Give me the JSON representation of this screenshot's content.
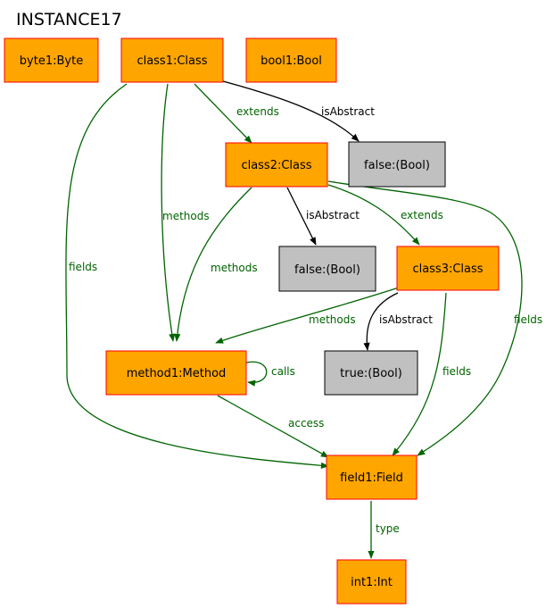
{
  "title": "INSTANCE17",
  "colors": {
    "object_fill": "#ffa500",
    "object_stroke": "#ff0000",
    "value_fill": "#c0c0c0",
    "value_stroke": "#000000",
    "green_edge": "#006400",
    "black_edge": "#000000"
  },
  "nodes": {
    "byte1": "byte1:Byte",
    "class1": "class1:Class",
    "bool1": "bool1:Bool",
    "class2": "class2:Class",
    "false_a": "false:(Bool)",
    "false_b": "false:(Bool)",
    "class3": "class3:Class",
    "method1": "method1:Method",
    "true_a": "true:(Bool)",
    "field1": "field1:Field",
    "int1": "int1:Int"
  },
  "edges": {
    "c1_extends": "extends",
    "c1_isabstract": "isAbstract",
    "c1_methods": "methods",
    "c1_fields": "fields",
    "c2_methods": "methods",
    "c2_isabstract": "isAbstract",
    "c2_extends": "extends",
    "c2_fields": "fields",
    "c3_methods": "methods",
    "c3_isabstract": "isAbstract",
    "c3_fields": "fields",
    "m1_calls": "calls",
    "m1_access": "access",
    "f1_type": "type"
  }
}
